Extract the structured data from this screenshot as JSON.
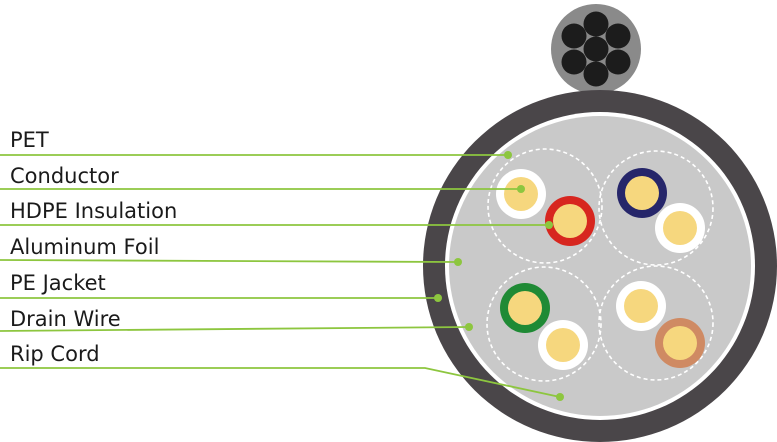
{
  "labels": [
    {
      "id": "pet",
      "text": "PET"
    },
    {
      "id": "conductor",
      "text": "Conductor"
    },
    {
      "id": "hdpe",
      "text": "HDPE Insulation"
    },
    {
      "id": "foil",
      "text": "Aluminum Foil"
    },
    {
      "id": "pe-jacket",
      "text": "PE Jacket"
    },
    {
      "id": "drain",
      "text": "Drain Wire"
    },
    {
      "id": "rip",
      "text": "Rip Cord"
    }
  ],
  "colors": {
    "leader_line": "#8dc63f",
    "jacket": "#4a4649",
    "filler": "#c9c9c9",
    "messenger_bg": "#8a8a8a",
    "messenger_strand": "#1c1c1c",
    "conductor": "#f6d77e",
    "insulation_white": "#ffffff",
    "insulation_red": "#d7261f",
    "insulation_blue": "#26266a",
    "insulation_green": "#1f8a35",
    "insulation_brown": "#cf8a63"
  }
}
